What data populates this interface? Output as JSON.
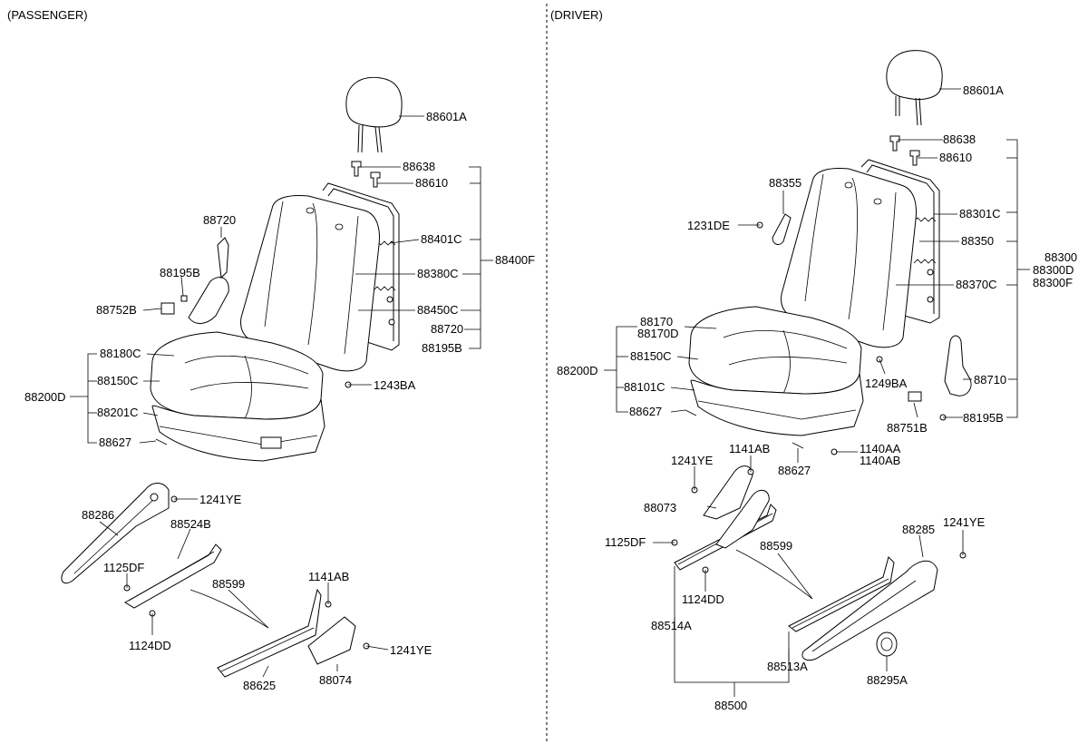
{
  "sections": {
    "passenger": "(PASSENGER)",
    "driver": "(DRIVER)"
  },
  "passenger_labels": {
    "p88601A": "88601A",
    "p88638": "88638",
    "p88610": "88610",
    "p88401C": "88401C",
    "p88380C": "88380C",
    "p88450C": "88450C",
    "p88720b": "88720",
    "p88195Bb": "88195B",
    "p88400F": "88400F",
    "p88720": "88720",
    "p88195B": "88195B",
    "p88752B": "88752B",
    "p88180C": "88180C",
    "p88150C": "88150C",
    "p88200D": "88200D",
    "p88201C": "88201C",
    "p88627": "88627",
    "p1243BA": "1243BA",
    "p88286": "88286",
    "p1241YE": "1241YE",
    "p88524B": "88524B",
    "p1125DF": "1125DF",
    "p1124DD": "1124DD",
    "p88599": "88599",
    "p1141AB": "1141AB",
    "p1241YE2": "1241YE",
    "p88625": "88625",
    "p88074": "88074"
  },
  "driver_labels": {
    "d88601A": "88601A",
    "d88638": "88638",
    "d88610": "88610",
    "d88355": "88355",
    "d1231DE": "1231DE",
    "d88301C": "88301C",
    "d88350": "88350",
    "d88370C": "88370C",
    "d88300": "88300",
    "d88300D": "88300D",
    "d88300F": "88300F",
    "d88170": "88170",
    "d88170D": "88170D",
    "d88150C": "88150C",
    "d88200D": "88200D",
    "d88101C": "88101C",
    "d88627a": "88627",
    "d1249BA": "1249BA",
    "d88710": "88710",
    "d88751B": "88751B",
    "d88195B": "88195B",
    "d1141AB": "1141AB",
    "d1241YE": "1241YE",
    "d88627b": "88627",
    "d1140AA": "1140AA",
    "d1140AB": "1140AB",
    "d88073": "88073",
    "d1125DF": "1125DF",
    "d88599": "88599",
    "d88285": "88285",
    "d1241YE2": "1241YE",
    "d1124DD": "1124DD",
    "d88514A": "88514A",
    "d88513A": "88513A",
    "d88295A": "88295A",
    "d88500": "88500"
  }
}
